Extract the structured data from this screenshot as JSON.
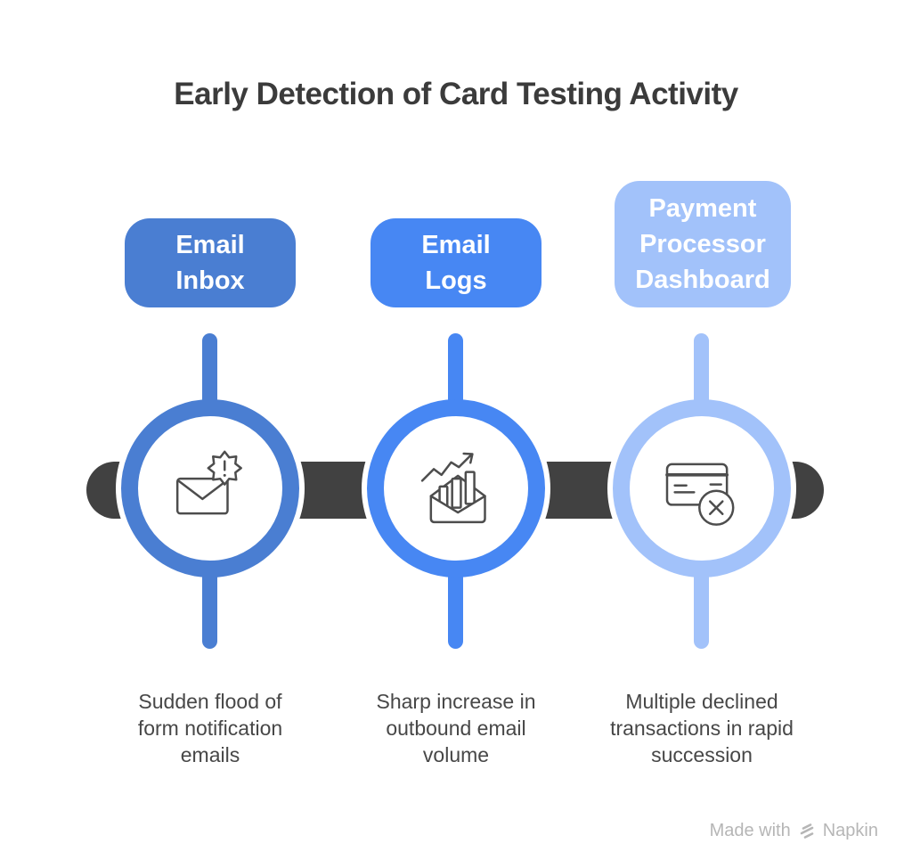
{
  "title": "Early Detection of Card Testing Activity",
  "colors": {
    "node1": "#4a7ed2",
    "node2": "#4787f3",
    "node3": "#a2c2fa",
    "bar": "#414141",
    "title_text": "#3b3b3b",
    "description_text": "#474747",
    "footer_text": "#b6b6b6",
    "icon_stroke": "#4d4d4d"
  },
  "nodes": [
    {
      "label": "Email Inbox",
      "description": "Sudden flood of form notification emails",
      "icon": "alert-email-icon",
      "color": "#4a7ed2"
    },
    {
      "label": "Email Logs",
      "description": "Sharp increase in outbound email volume",
      "icon": "email-volume-chart-icon",
      "color": "#4787f3"
    },
    {
      "label": "Payment Processor Dashboard",
      "description": "Multiple declined transactions in rapid succession",
      "icon": "declined-card-icon",
      "color": "#a2c2fa"
    }
  ],
  "footer": {
    "made_with": "Made with",
    "brand": "Napkin"
  }
}
